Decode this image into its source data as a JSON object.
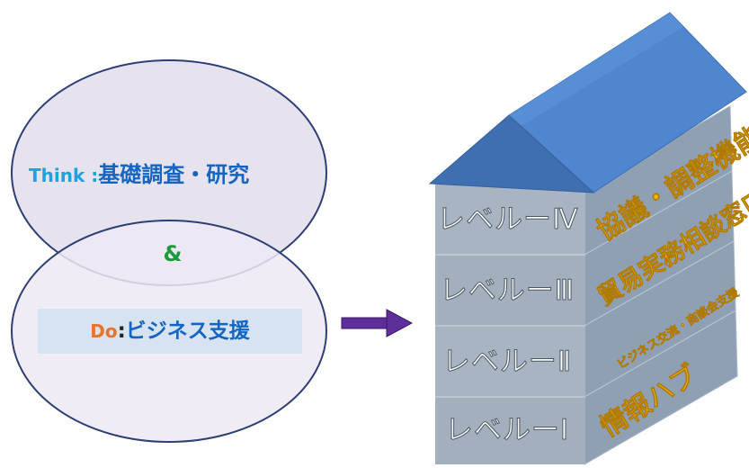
{
  "venn": {
    "think_en": "Think :",
    "think_ja": "基礎調査・研究",
    "amp": "&",
    "do_en": "Do",
    "do_sep": ":",
    "do_ja": "ビジネス支援"
  },
  "building": {
    "levels": [
      "レベルーⅣ",
      "レベルーⅢ",
      "レベルーⅡ",
      "レベルーⅠ"
    ],
    "functions": [
      "協議・調整機能",
      "貿易実務相談窓口",
      "ビジネス交流・商談会支援",
      "情報ハブ"
    ]
  },
  "colors": {
    "roof": "#4a7fc6",
    "wall_front": "#a7b3c1",
    "wall_side": "#8fa0b5",
    "arrow": "#5e2f9b",
    "function_text": "#f5b800"
  }
}
